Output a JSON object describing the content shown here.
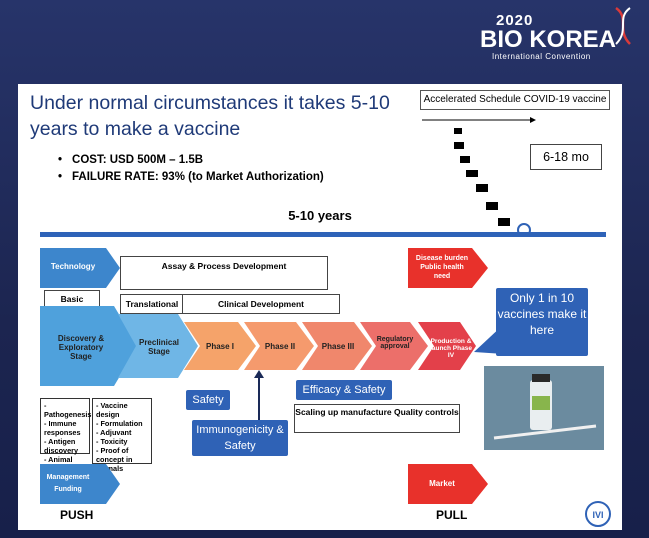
{
  "logo": {
    "year": "2020",
    "name": "BIO KOREA",
    "sub": "International Convention"
  },
  "slide": {
    "title": "Under normal circumstances it takes 5-10 years to make a vaccine",
    "bullets": [
      "COST:  USD 500M – 1.5B",
      "FAILURE RATE: 93% (to Market Authorization)"
    ],
    "accelerated_title": "Accelerated Schedule COVID-19 vaccine",
    "accelerated_months": "6-18 mo",
    "years_label": "5-10 years",
    "technology": "Technology",
    "assay": "Assay & Process Development",
    "disease": "Disease burden Public health need",
    "basic": "Basic",
    "translational": "Translational",
    "clinical_dev": "Clinical Development",
    "stages": [
      "Discovery & Exploratory Stage",
      "Preclinical Stage",
      "Phase I",
      "Phase II",
      "Phase III",
      "Regulatory approval",
      "Production & launch Phase IV"
    ],
    "callout": "Only 1 in 10 vaccines make it here",
    "safety": "Safety",
    "efficacy": "Efficacy & Safety",
    "immuno": "Immunogenicity & Safety",
    "scaling": "Scaling up manufacture Quality controls",
    "list1": [
      "- Pathogenesis",
      "- Immune responses",
      "- Antigen discovery",
      "- Animal model"
    ],
    "list2": [
      "- Vaccine design",
      "- Formulation",
      "- Adjuvant",
      "- Toxicity",
      "- Proof of concept in animals"
    ],
    "management": "Management Funding",
    "market": "Market",
    "push": "PUSH",
    "pull": "PULL",
    "ivi": "IVI"
  }
}
